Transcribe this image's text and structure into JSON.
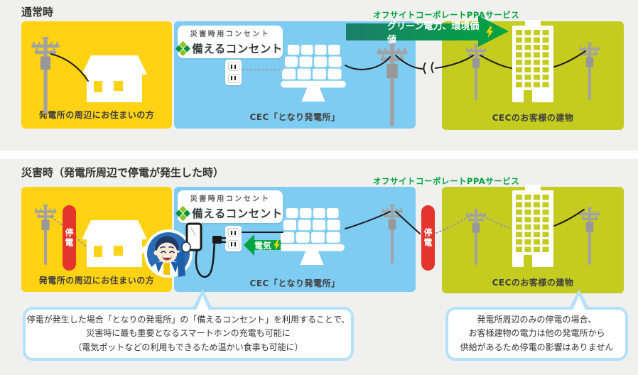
{
  "colors": {
    "background": "#f0f0ee",
    "resident_box": "#ffd213",
    "plant_box": "#7fccf2",
    "customer_box": "#c4cc1f",
    "ppa_green": "#00a33e",
    "arrow_teal": "#1b7f6b",
    "arrow_green": "#00a53f",
    "outage_red": "#e5342b",
    "callout_border": "#b5e1f8",
    "bolt_yellow": "#ffd400"
  },
  "normal": {
    "heading": "通常時",
    "ppa_label": "オフサイトコーポレートPPAサービス",
    "flow_arrow_label": "グリーン電力、環境価値",
    "outlet_card": {
      "caption": "災害時用コンセント",
      "brand": "備えるコンセント"
    },
    "resident_label": "発電所の周辺にお住まいの方",
    "plant_label": "CEC「となり発電所」",
    "customer_label": "CECのお客様の建物"
  },
  "disaster": {
    "heading": "災害時（発電所周辺で停電が発生した時）",
    "ppa_label": "オフサイトコーポレートPPAサービス",
    "outlet_card": {
      "caption": "災害時用コンセント",
      "brand": "備えるコンセント"
    },
    "outage_badge_left": "停電",
    "outage_badge_right": "停電",
    "electricity_arrow_label": "電気",
    "resident_label": "発電所の周辺にお住まいの方",
    "plant_label": "CEC「となり発電所」",
    "customer_label": "CECのお客様の建物",
    "callout_left": {
      "line1": "停電が発生した場合「となりの発電所」の「備えるコンセント」を利用することで、",
      "line2": "災害時に最も重要となるスマートホンの充電も可能に",
      "line3": "（電気ポットなどの利用もできるため温かい食事も可能に）"
    },
    "callout_right": {
      "line1": "発電所周辺のみの停電の場合、",
      "line2": "お客様建物の電力は他の発電所から",
      "line3": "供給があるため停電の影響はありません"
    }
  }
}
